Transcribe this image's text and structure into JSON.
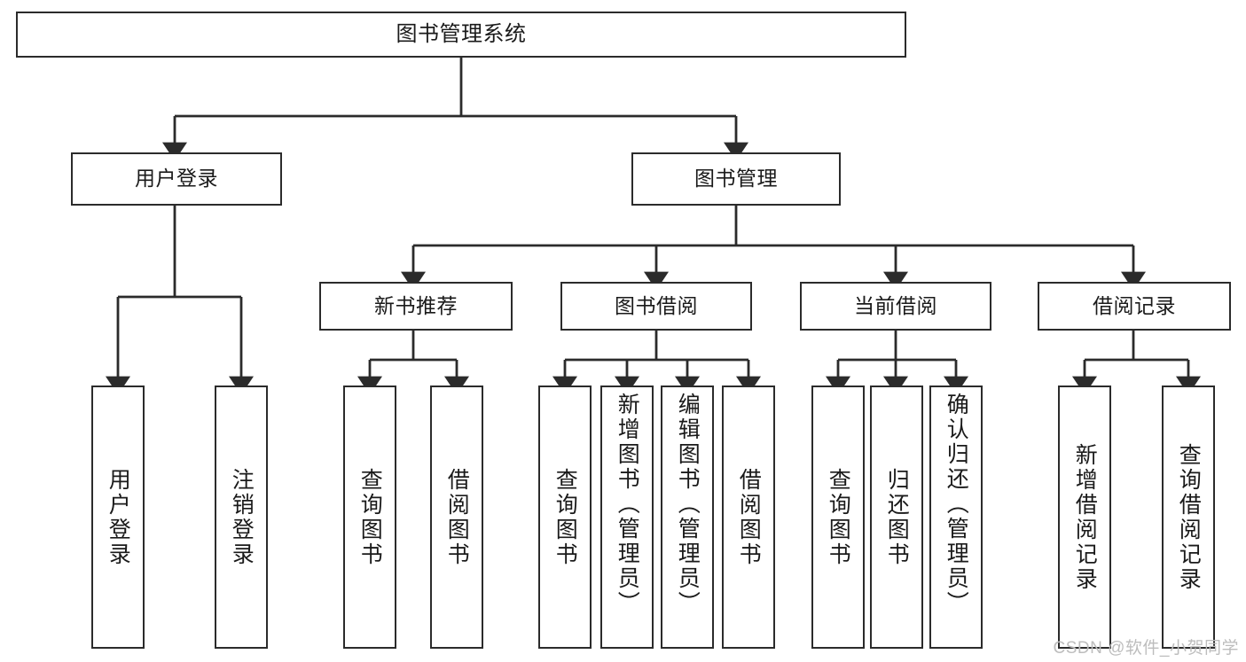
{
  "diagram": {
    "title": "图书管理系统",
    "type": "function-structure-tree",
    "watermark": "CSDN @软件_小贺同学",
    "colors": {
      "box_border": "#2b2b2b",
      "box_fill": "#ffffff",
      "connector": "#2b2b2b",
      "text": "#1a1a1a",
      "watermark": "#bdbdbd",
      "background": "#ffffff"
    },
    "levels": [
      {
        "level": 0,
        "nodes": [
          {
            "id": "root",
            "label": "图书管理系统"
          }
        ]
      },
      {
        "level": 1,
        "nodes": [
          {
            "id": "user-login",
            "label": "用户登录",
            "parent": "root"
          },
          {
            "id": "book-manage",
            "label": "图书管理",
            "parent": "root"
          }
        ]
      },
      {
        "level": 2,
        "nodes": [
          {
            "id": "new-book-rec",
            "label": "新书推荐",
            "parent": "book-manage"
          },
          {
            "id": "book-borrow",
            "label": "图书借阅",
            "parent": "book-manage"
          },
          {
            "id": "current-borrow",
            "label": "当前借阅",
            "parent": "book-manage"
          },
          {
            "id": "borrow-record",
            "label": "借阅记录",
            "parent": "book-manage"
          }
        ]
      },
      {
        "level": 3,
        "nodes": [
          {
            "id": "leaf-user-login",
            "label": "用户登录",
            "parent": "user-login"
          },
          {
            "id": "leaf-user-logout",
            "label": "注销登录",
            "parent": "user-login"
          },
          {
            "id": "leaf-rec-query",
            "label": "查询图书",
            "parent": "new-book-rec"
          },
          {
            "id": "leaf-rec-borrow",
            "label": "借阅图书",
            "parent": "new-book-rec"
          },
          {
            "id": "leaf-borrow-query",
            "label": "查询图书",
            "parent": "book-borrow"
          },
          {
            "id": "leaf-borrow-add",
            "label": "新增图书（管理员）",
            "parent": "book-borrow"
          },
          {
            "id": "leaf-borrow-edit",
            "label": "编辑图书（管理员）",
            "parent": "book-borrow"
          },
          {
            "id": "leaf-borrow-do",
            "label": "借阅图书",
            "parent": "book-borrow"
          },
          {
            "id": "leaf-cur-query",
            "label": "查询图书",
            "parent": "current-borrow"
          },
          {
            "id": "leaf-cur-return",
            "label": "归还图书",
            "parent": "current-borrow"
          },
          {
            "id": "leaf-cur-confirm",
            "label": "确认归还（管理员）",
            "parent": "current-borrow"
          },
          {
            "id": "leaf-rec-add",
            "label": "新增借阅记录",
            "parent": "borrow-record"
          },
          {
            "id": "leaf-rec-query2",
            "label": "查询借阅记录",
            "parent": "borrow-record"
          }
        ]
      }
    ]
  }
}
